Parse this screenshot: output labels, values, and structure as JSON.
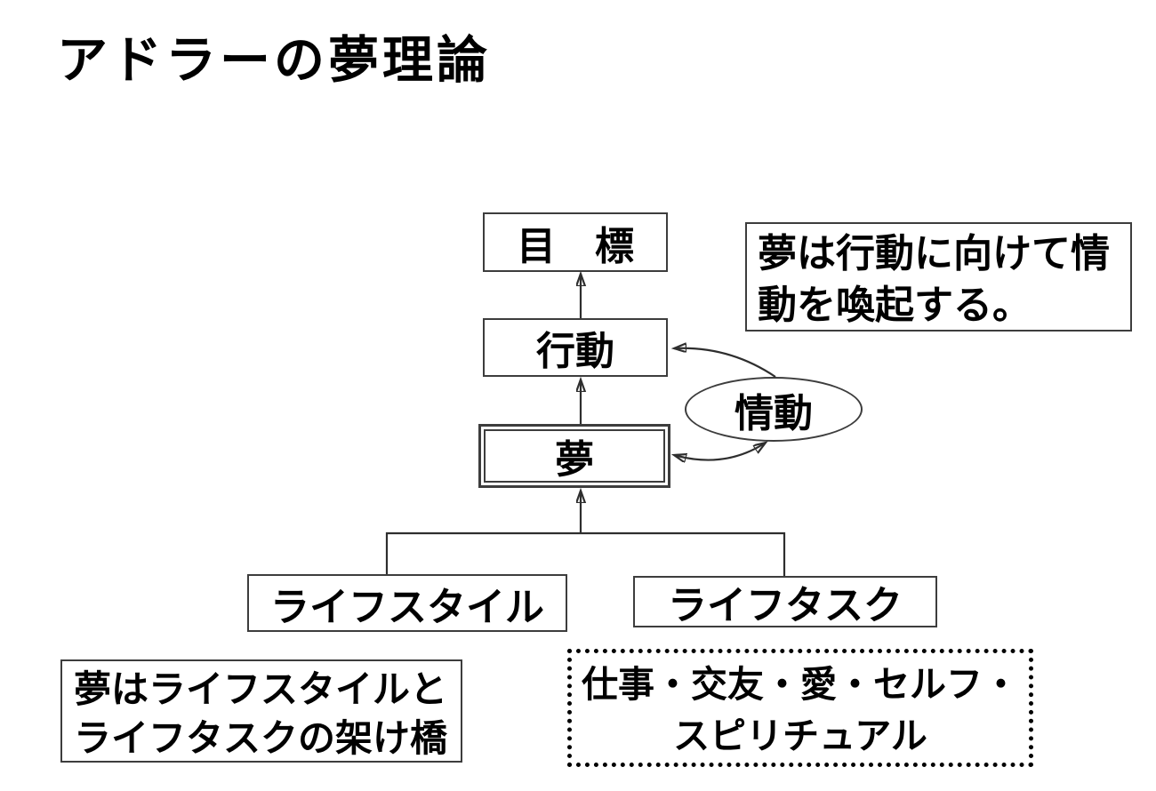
{
  "title": "アドラーの夢理論",
  "nodes": {
    "goal": "目　標",
    "action": "行動",
    "dream": "夢",
    "emotion": "情動",
    "lifestyle": "ライフスタイル",
    "lifetask": "ライフタスク"
  },
  "notes": {
    "emotion_effect": {
      "line1": "夢は行動に向けて情",
      "line2": "動を喚起する。"
    },
    "bridge": {
      "line1": "夢はライフスタイルと",
      "line2": "ライフタスクの架け橋"
    },
    "life_tasks": {
      "line1": "仕事・交友・愛・セルフ・",
      "line2": "スピリチュアル"
    }
  },
  "edges": [
    {
      "from": "dream",
      "to": "action",
      "type": "straight-arrow-up"
    },
    {
      "from": "action",
      "to": "goal",
      "type": "straight-arrow-up"
    },
    {
      "from": "emotion",
      "to": "action",
      "type": "curved-arrow"
    },
    {
      "from": "dream",
      "to": "emotion",
      "type": "curved-arrow-bidirectional"
    },
    {
      "from": "lifestyle",
      "to": "dream",
      "type": "bracket-arrow"
    },
    {
      "from": "lifetask",
      "to": "dream",
      "type": "bracket-arrow"
    }
  ],
  "colors": {
    "background": "#ffffff",
    "text": "#000000",
    "border": "#3d3d3d",
    "connector": "#2e2e2e"
  }
}
